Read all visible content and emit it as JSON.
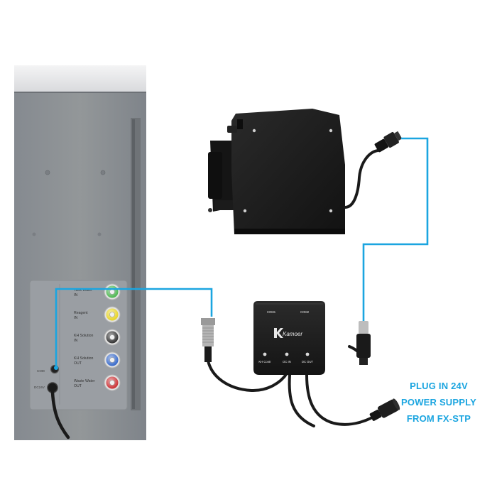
{
  "colors": {
    "wire": "#1ba5e0",
    "callout_text": "#1ba5e0",
    "cabinet": "#8c9197",
    "cabinet_top": "#e7e8ea",
    "controller": "#1c1c1c",
    "pump": "#1a1a1a"
  },
  "cabinet": {
    "ports": [
      {
        "line1": "Tank Water",
        "line2": "IN",
        "color": "#46b34a"
      },
      {
        "line1": "Reagent",
        "line2": "IN",
        "color": "#e6d21c"
      },
      {
        "line1": "KH Solution",
        "line2": "IN",
        "color": "#2a2a2a"
      },
      {
        "line1": "KH Solution",
        "line2": "OUT",
        "color": "#2f63c7"
      },
      {
        "line1": "Waste Water",
        "line2": "OUT",
        "color": "#c8282c"
      }
    ],
    "com_label": "COM",
    "dc_label": "DC24V"
  },
  "controller": {
    "brand": "Kamoer",
    "port_com1": "COM1",
    "port_com2": "COM2",
    "led_labels": [
      "KH Contr",
      "DC IN",
      "DC OUT"
    ]
  },
  "callout": {
    "lines": [
      "PLUG IN 24V",
      "POWER SUPPLY",
      "FROM FX-STP"
    ]
  },
  "icons": [
    "kamoer-logo-icon",
    "screw-icon",
    "led-indicator-icon"
  ]
}
